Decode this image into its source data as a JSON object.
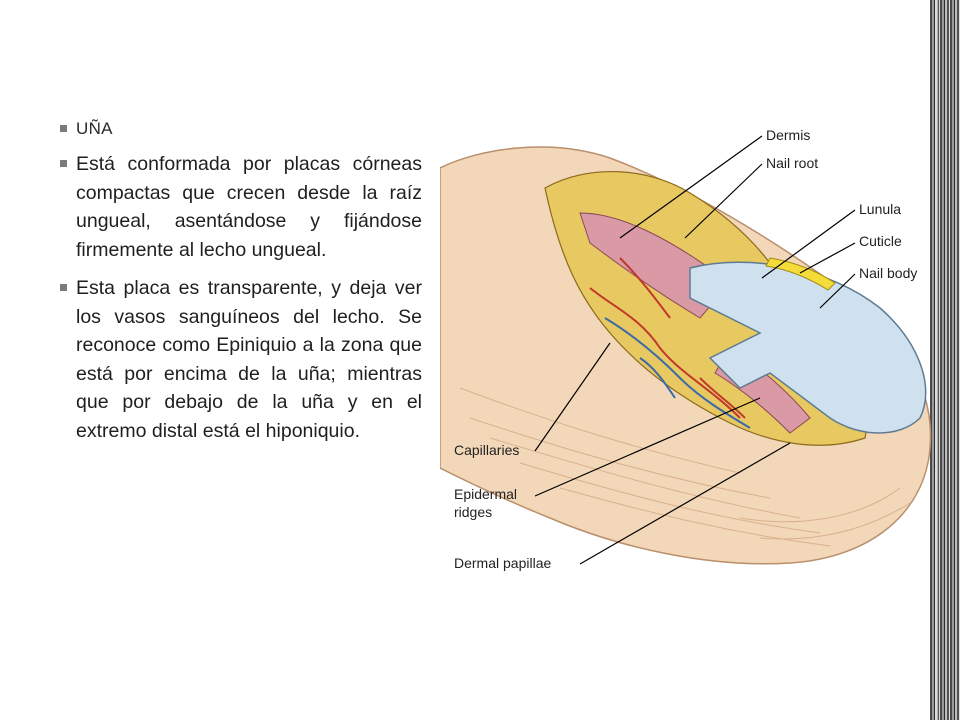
{
  "slide": {
    "heading": "UÑA",
    "paragraphs": [
      " Está conformada por placas córneas compactas que crecen desde la raíz ungueal, asentándose y fijándose firmemente al lecho ungueal.",
      "Esta placa es transparente, y deja ver los vasos sanguíneos del lecho. Se reconoce como Epiniquio a la zona que está por encima de la uña; mientras que por debajo de la uña y en el extremo distal está el hiponiquio."
    ]
  },
  "figure": {
    "labels": {
      "dermis": "Dermis",
      "nail_root": "Nail root",
      "lunula": "Lunula",
      "cuticle": "Cuticle",
      "nail_body": "Nail body",
      "capillaries": "Capillaries",
      "epidermal_ridges_1": "Epidermal",
      "epidermal_ridges_2": "ridges",
      "dermal_papillae": "Dermal papillae"
    },
    "colors": {
      "skin": "#f2d7b8",
      "skin_shadow": "#e3bd98",
      "dermis_yellow": "#e8c860",
      "nail_blue": "#cfe0ee",
      "matrix_pink": "#d99aa6",
      "vessel_red": "#c0392b",
      "vessel_blue": "#3b6aa8"
    }
  }
}
